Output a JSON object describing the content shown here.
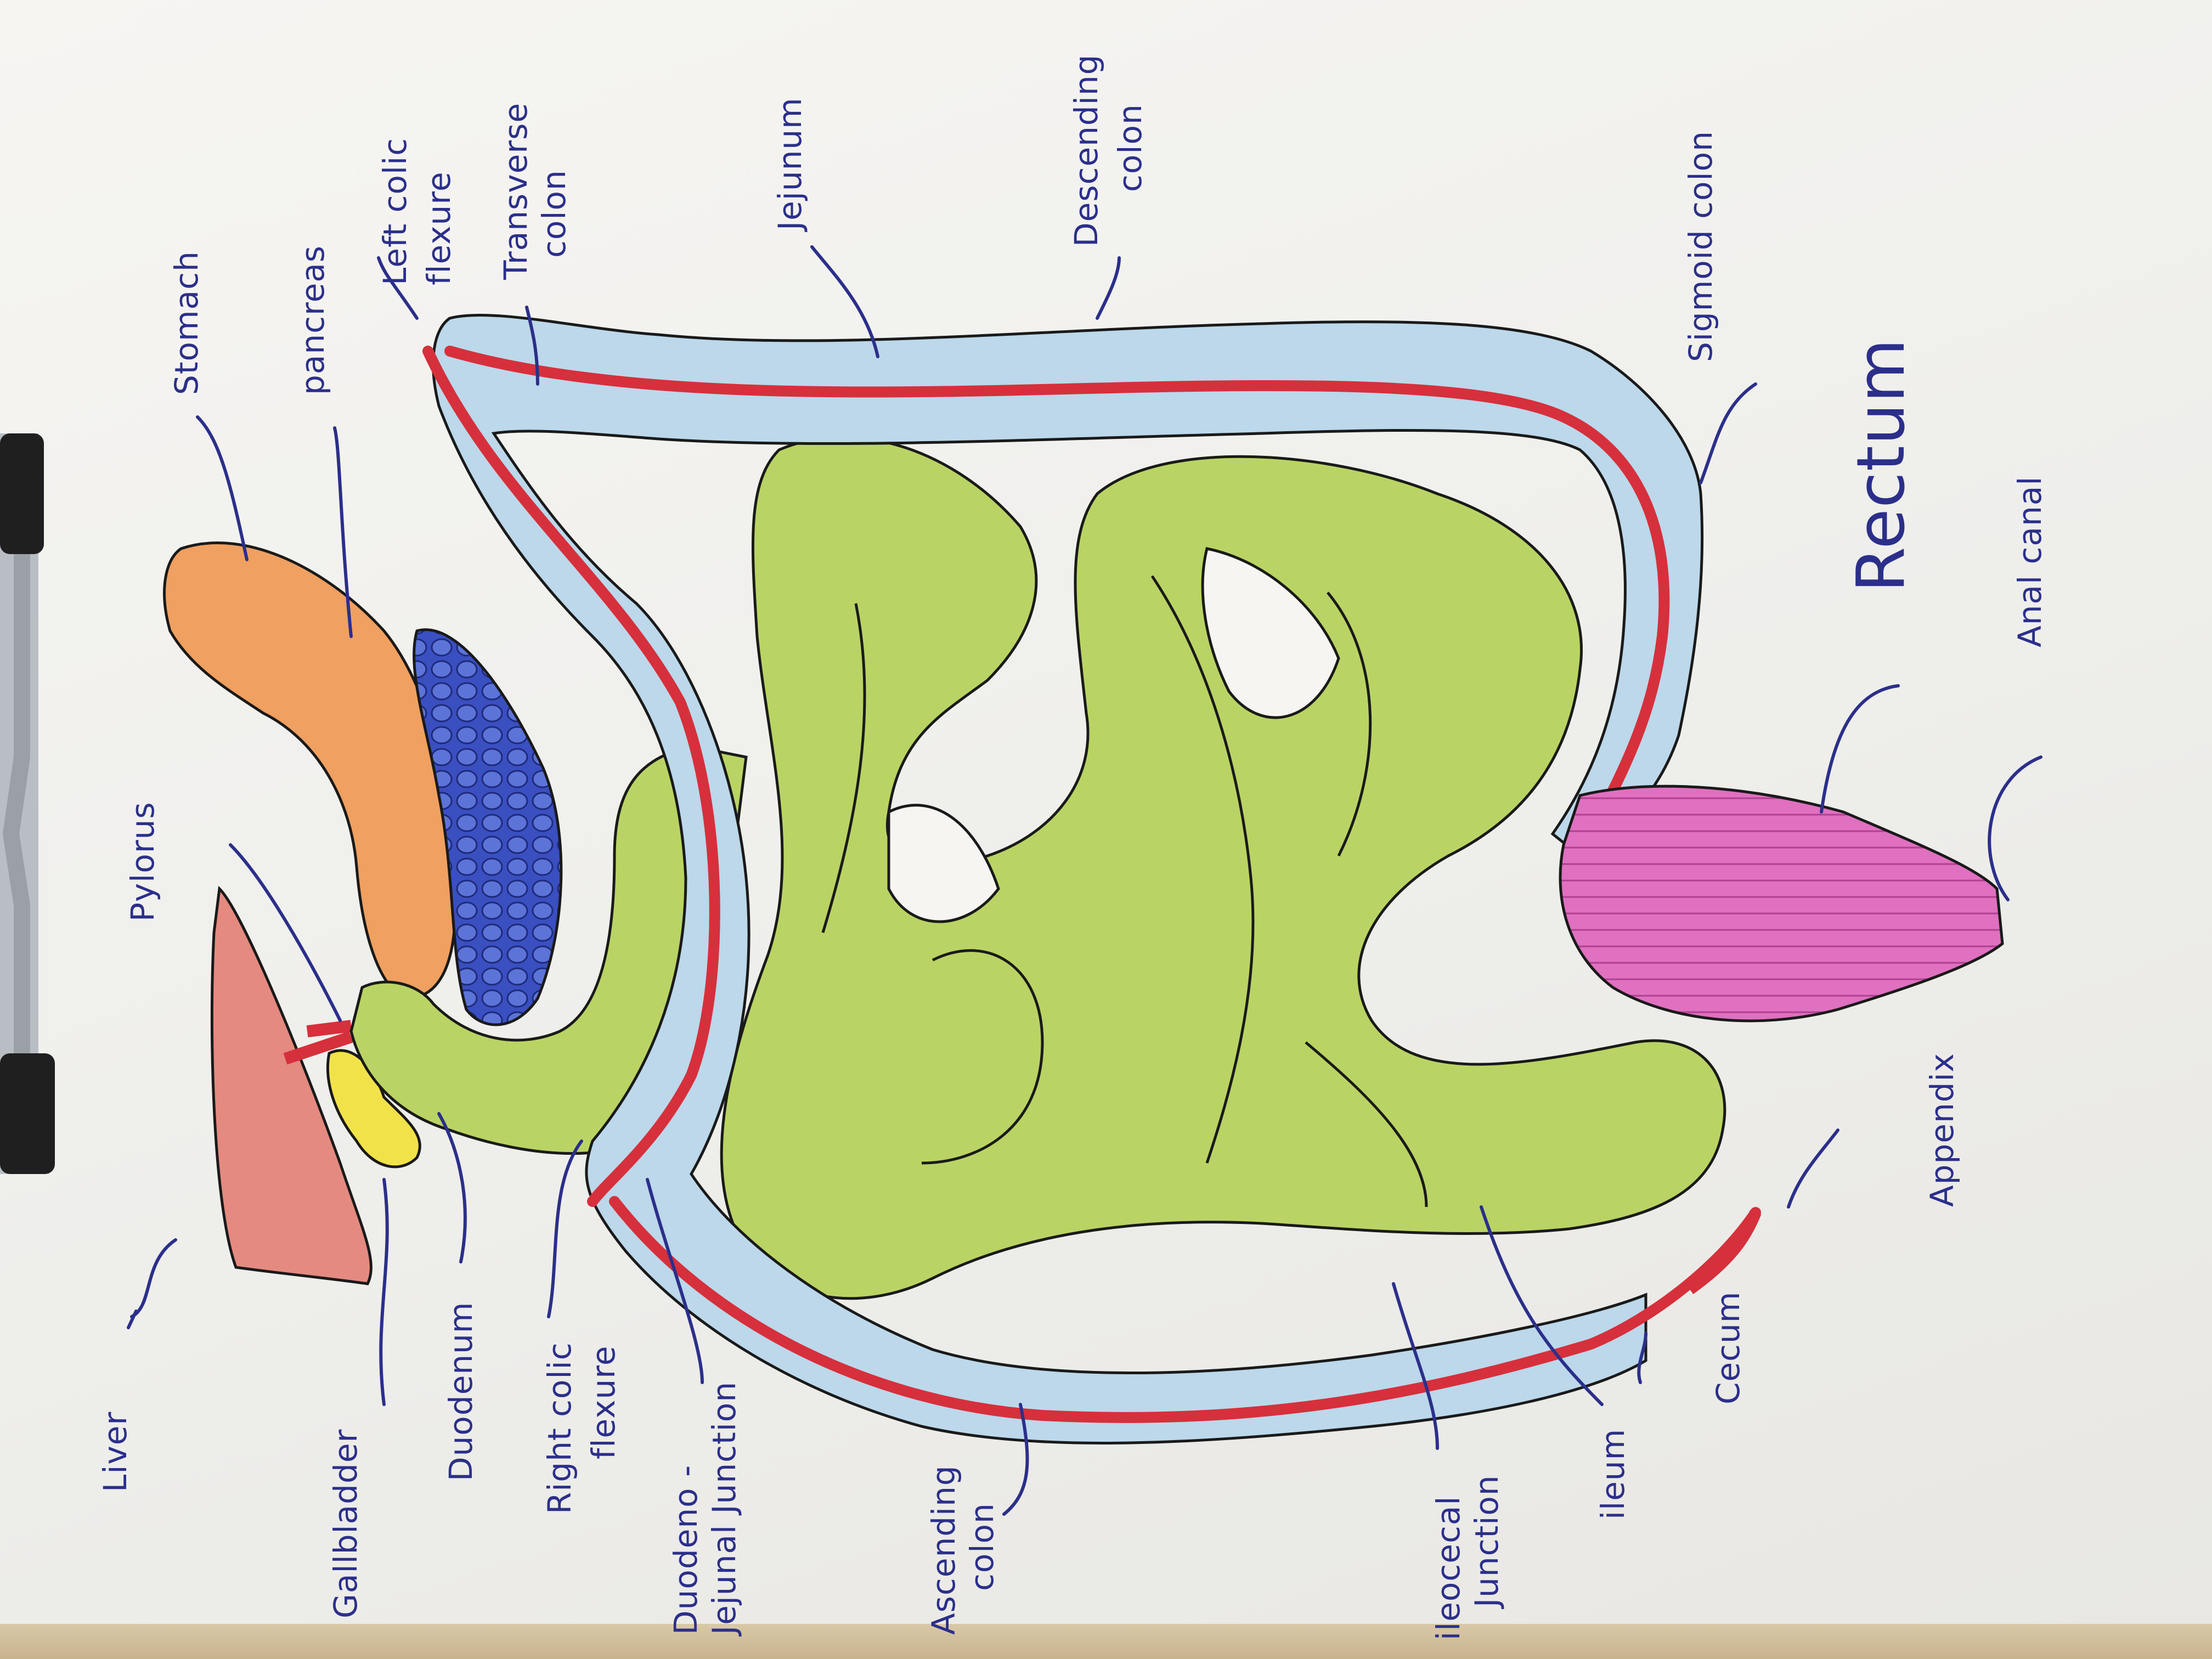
{
  "labels": {
    "liver": "Liver",
    "gallbladder": "Gallbladder",
    "duodenum": "Duodenum",
    "right_colic_1": "Right colic",
    "right_colic_2": "flexure",
    "dj_1": "Duodeno -",
    "dj_2": "Jejunal Junction",
    "ascending_1": "Ascending",
    "ascending_2": "colon",
    "ileocecal_1": "ileocecal",
    "ileocecal_2": "Junction",
    "ileum": "ileum",
    "cecum": "Cecum",
    "appendix": "Appendix",
    "anal_canal": "Anal canal",
    "rectum": "Rectum",
    "sigmoid": "Sigmoid colon",
    "descending_1": "Descending",
    "descending_2": "colon",
    "jejunum": "Jejunum",
    "transverse_1": "Transverse",
    "transverse_2": "colon",
    "left_colic_1": "Left colic",
    "left_colic_2": "flexure",
    "pancreas": "pancreas",
    "stomach": "Stomach",
    "pylorus": "Pylorus"
  },
  "colors": {
    "ink": "#2b2f8a",
    "liver": "#e58a80",
    "gallbladder": "#f2e24a",
    "stomach": "#f0a060",
    "pancreas": "#3a4fc0",
    "small_intestine": "#b9d464",
    "colon": "#bcd8ea",
    "vessel": "#d6303c",
    "rectum": "#e070c0"
  }
}
